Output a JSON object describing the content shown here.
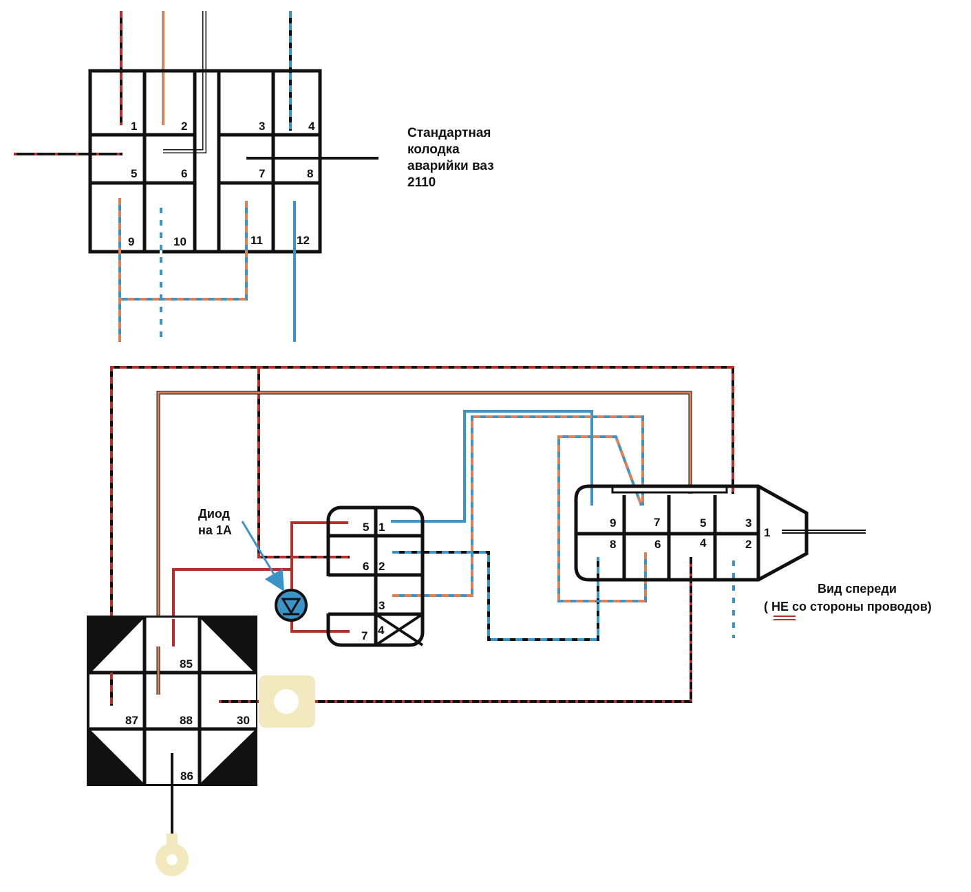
{
  "colors": {
    "red": "#b5302c",
    "orange": "#d9825a",
    "blue": "#3b93c6",
    "black": "#111111",
    "terminal": "#f3e9bf"
  },
  "title": {
    "line1": "Стандартная",
    "line2": "колодка",
    "line3": "аварийки ваз",
    "line4": "2110"
  },
  "top_connector": {
    "pins": [
      "1",
      "2",
      "3",
      "4",
      "5",
      "6",
      "7",
      "8",
      "9",
      "10",
      "11",
      "12"
    ]
  },
  "mid_connector": {
    "pins": [
      "5",
      "1",
      "6",
      "2",
      "3",
      "7",
      "4"
    ]
  },
  "right_connector": {
    "pins": [
      "9",
      "7",
      "5",
      "3",
      "8",
      "6",
      "4",
      "2",
      "1"
    ]
  },
  "relay": {
    "pins": [
      "85",
      "87",
      "88",
      "30",
      "86"
    ]
  },
  "diode_label": {
    "line1": "Диод",
    "line2": "на 1А"
  },
  "view_note": {
    "line1": "Вид спереди",
    "open_paren": "(",
    "emph": "НЕ",
    "rest": "со стороны проводов)"
  }
}
